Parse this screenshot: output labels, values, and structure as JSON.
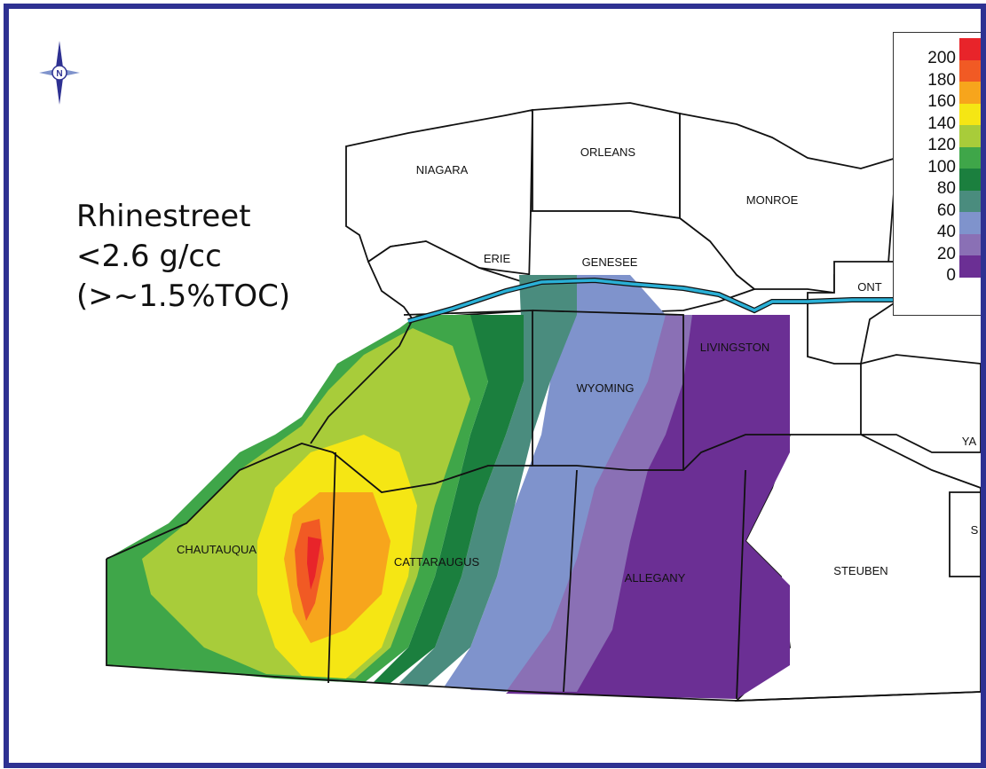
{
  "title": {
    "line1": "Rhinestreet",
    "line2": "<2.6 g/cc",
    "line3": "(>~1.5%TOC)"
  },
  "compass": {
    "label": "N",
    "icon": "north-arrow-icon"
  },
  "counties": {
    "niagara": "NIAGARA",
    "orleans": "ORLEANS",
    "monroe": "MONROE",
    "erie": "ERIE",
    "genesee": "GENESEE",
    "ontario": "ONT",
    "wyoming": "WYOMING",
    "livingston": "LIVINGSTON",
    "yates": "YA",
    "chautauqua": "CHAUTAUQUA",
    "cattaraugus": "CATTARAUGUS",
    "allegany": "ALLEGANY",
    "steuben": "STEUBEN",
    "schuyler": "S"
  },
  "legend": [
    {
      "label": "200",
      "color": "#e8242a"
    },
    {
      "label": "180",
      "color": "#f15a24"
    },
    {
      "label": "160",
      "color": "#f7a51c"
    },
    {
      "label": "140",
      "color": "#f5e614"
    },
    {
      "label": "120",
      "color": "#a8cc3a"
    },
    {
      "label": "100",
      "color": "#3fa649"
    },
    {
      "label": "80",
      "color": "#1b7f3e"
    },
    {
      "label": "60",
      "color": "#4a8c7e"
    },
    {
      "label": "40",
      "color": "#7f93cc"
    },
    {
      "label": "20",
      "color": "#8a70b5"
    },
    {
      "label": "0",
      "color": "#6b2f94"
    },
    {
      "label": "",
      "color": "#ffffff"
    }
  ],
  "colors": {
    "frame": "#2e3192",
    "water": "#2ab0d6"
  }
}
